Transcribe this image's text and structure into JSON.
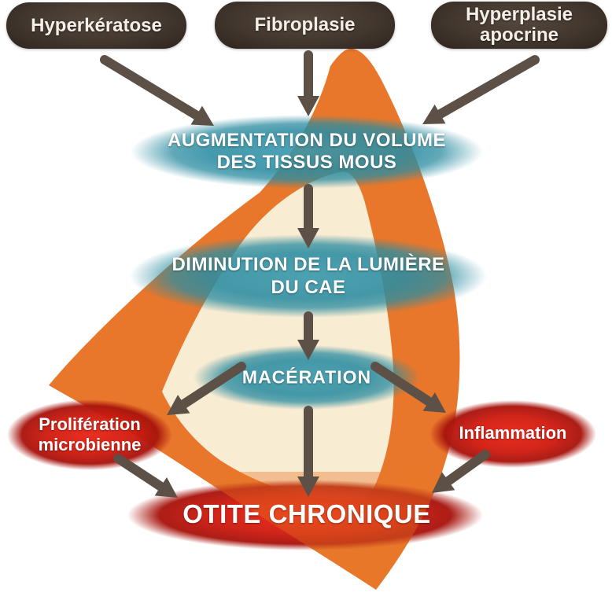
{
  "diagram": {
    "type": "flowchart",
    "language": "fr",
    "background_color": "#ffffff",
    "colors": {
      "cone_orange": "#E8772B",
      "cone_cream": "#F8ECD2",
      "teal_ellipse": "#2B8CA1",
      "red_ellipse": "#C9190F",
      "box_brown": "#43382F",
      "arrow": "#5C5047",
      "text": "#FFFFFF"
    },
    "nodes": {
      "hyperkeratose": {
        "label": "Hyperkératose",
        "shape": "rounded-box"
      },
      "fibroplasie": {
        "label": "Fibroplasie",
        "shape": "rounded-box"
      },
      "hyperplasie_apocrine": {
        "label": "Hyperplasie\napocrine",
        "shape": "rounded-box"
      },
      "augmentation": {
        "label": "AUGMENTATION DU VOLUME\nDES TISSUS MOUS",
        "shape": "ellipse-teal"
      },
      "diminution": {
        "label": "DIMINUTION DE LA LUMIÈRE\nDU CAE",
        "shape": "ellipse-teal"
      },
      "maceration": {
        "label": "MACÉRATION",
        "shape": "ellipse-teal"
      },
      "proliferation_microbienne": {
        "label": "Prolifération\nmicrobienne",
        "shape": "ellipse-red"
      },
      "inflammation": {
        "label": "Inflammation",
        "shape": "ellipse-red"
      },
      "otite_chronique": {
        "label": "OTITE CHRONIQUE",
        "shape": "ellipse-red"
      }
    },
    "edges": [
      {
        "from": "hyperkeratose",
        "to": "augmentation"
      },
      {
        "from": "fibroplasie",
        "to": "augmentation"
      },
      {
        "from": "hyperplasie_apocrine",
        "to": "augmentation"
      },
      {
        "from": "augmentation",
        "to": "diminution"
      },
      {
        "from": "diminution",
        "to": "maceration"
      },
      {
        "from": "maceration",
        "to": "proliferation_microbienne"
      },
      {
        "from": "maceration",
        "to": "inflammation"
      },
      {
        "from": "maceration",
        "to": "otite_chronique"
      },
      {
        "from": "proliferation_microbienne",
        "to": "otite_chronique"
      },
      {
        "from": "inflammation",
        "to": "otite_chronique"
      }
    ]
  }
}
